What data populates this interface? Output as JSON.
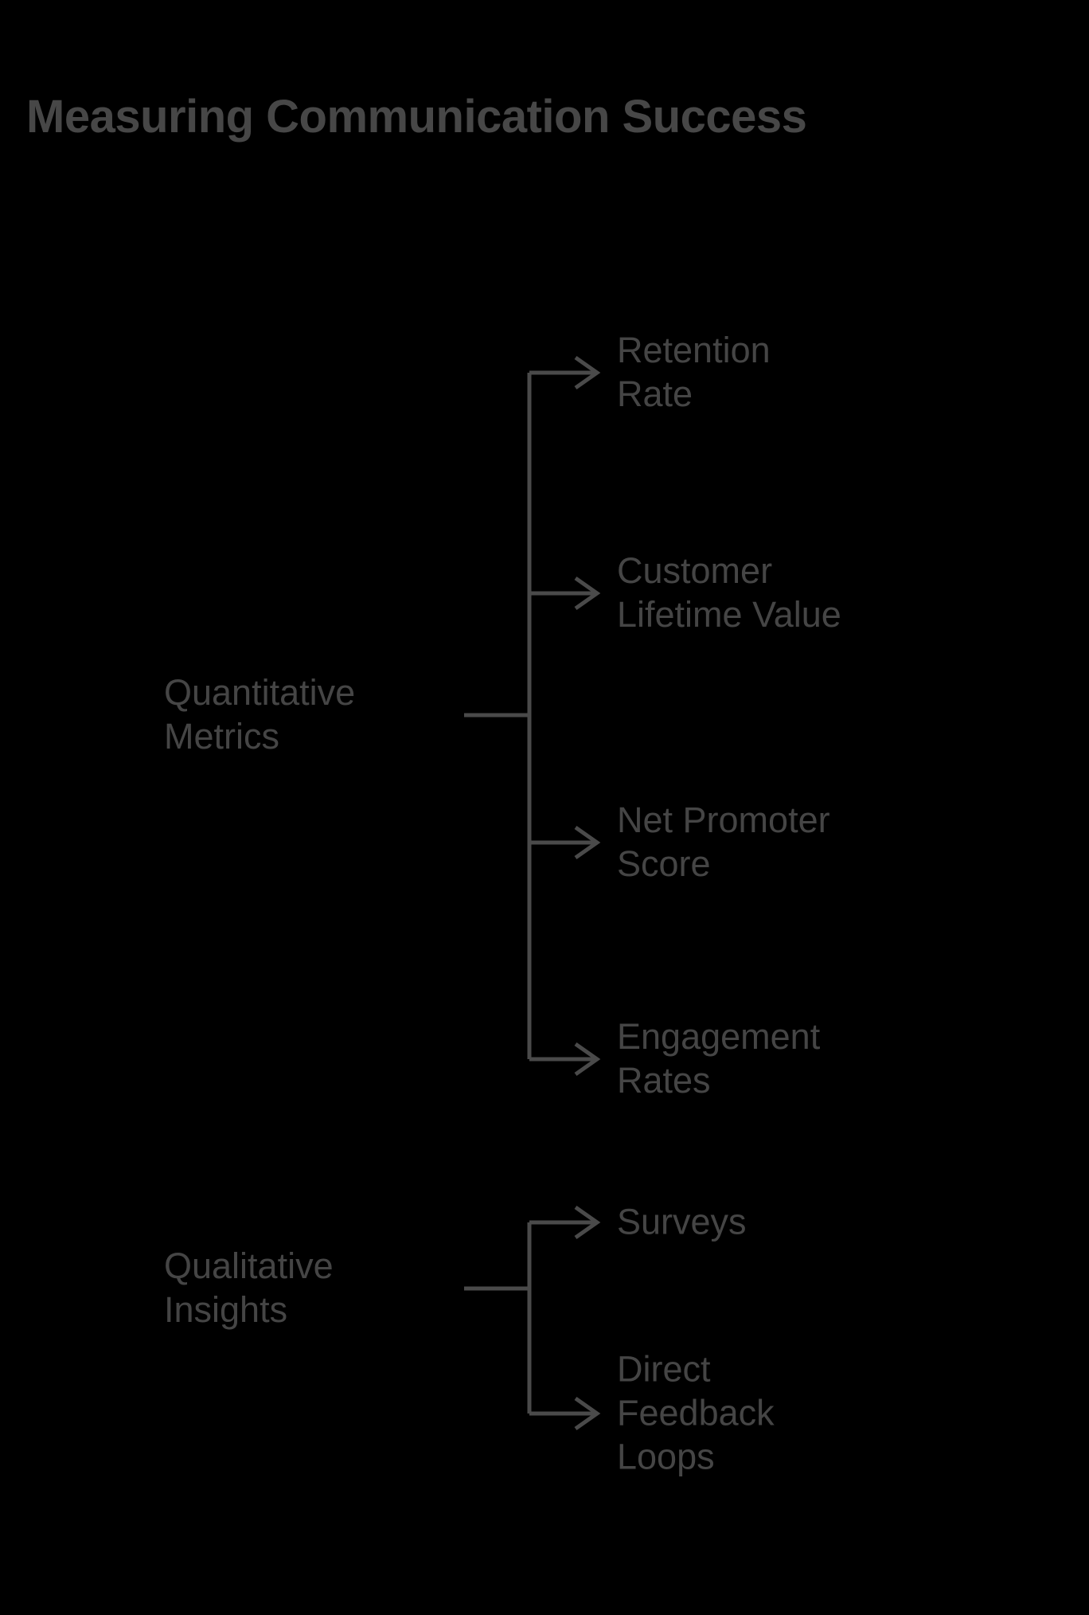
{
  "page": {
    "background_color": "#000000",
    "line_color": "#4a4a4a",
    "title_color": "#474747",
    "label_color": "#454545"
  },
  "title": "Measuring Communication Success",
  "diagram": {
    "type": "tree",
    "orientation": "left-to-right",
    "branches": [
      {
        "id": "quantitative-metrics",
        "label": "Quantitative\nMetrics",
        "children": [
          {
            "id": "retention-rate",
            "label": "Retention\nRate"
          },
          {
            "id": "customer-lifetime-value",
            "label": "Customer\nLifetime Value"
          },
          {
            "id": "net-promoter-score",
            "label": "Net Promoter\nScore"
          },
          {
            "id": "engagement-rates",
            "label": "Engagement\nRates"
          }
        ]
      },
      {
        "id": "qualitative-insights",
        "label": "Qualitative\nInsights",
        "children": [
          {
            "id": "surveys",
            "label": "Surveys"
          },
          {
            "id": "direct-feedback-loops",
            "label": "Direct\nFeedback\nLoops"
          }
        ]
      }
    ]
  }
}
